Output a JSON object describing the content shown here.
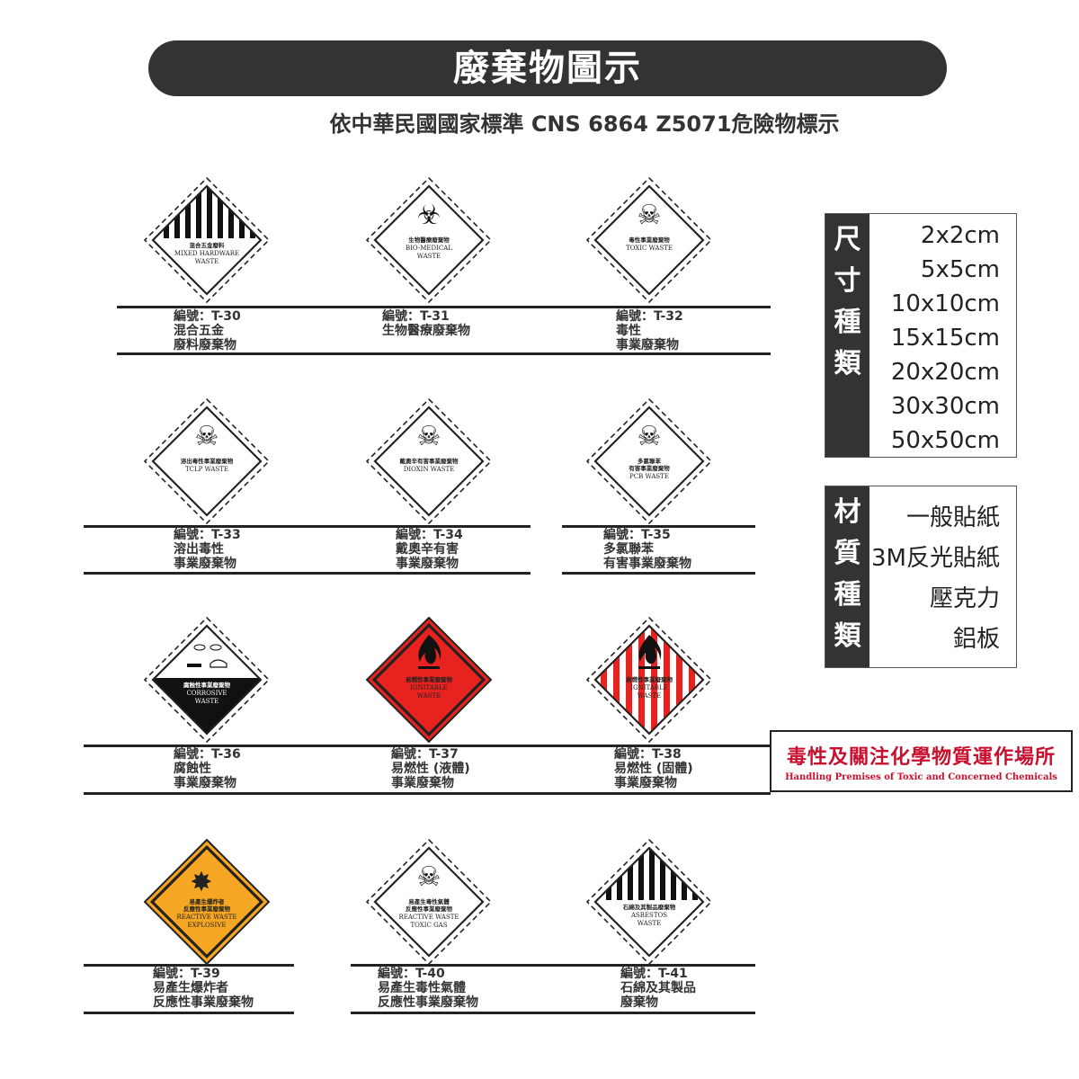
{
  "header": {
    "title": "廢棄物圖示",
    "subtitle": "依中華民國國家標準 CNS 6864 Z5071危險物標示"
  },
  "cards": [
    {
      "code": "編號：T-30",
      "desc": [
        "混合五金",
        "廢料廢棄物"
      ],
      "sign_zh": [
        "混合五金廢料"
      ],
      "sign_en": [
        "MIXED HARDWARE",
        "WASTE"
      ],
      "style": "stripes",
      "icon": "none"
    },
    {
      "code": "編號：T-31",
      "desc": [
        "生物醫療廢棄物"
      ],
      "sign_zh": [
        "生物醫療廢棄物"
      ],
      "sign_en": [
        "BIO-MEDICAL",
        "WASTE"
      ],
      "style": "plain",
      "icon": "biohazard-icon"
    },
    {
      "code": "編號：T-32",
      "desc": [
        "毒性",
        "事業廢棄物"
      ],
      "sign_zh": [
        "毒性事業廢棄物"
      ],
      "sign_en": [
        "TOXIC WASTE"
      ],
      "style": "plain",
      "icon": "skull-icon"
    },
    {
      "code": "編號：T-33",
      "desc": [
        "溶出毒性",
        "事業廢棄物"
      ],
      "sign_zh": [
        "溶出毒性事業廢棄物"
      ],
      "sign_en": [
        "TCLP WASTE"
      ],
      "style": "plain",
      "icon": "skull-icon"
    },
    {
      "code": "編號：T-34",
      "desc": [
        "戴奧辛有害",
        "事業廢棄物"
      ],
      "sign_zh": [
        "戴奧辛有害事業廢棄物"
      ],
      "sign_en": [
        "DIOXIN WASTE"
      ],
      "style": "plain",
      "icon": "skull-icon"
    },
    {
      "code": "編號：T-35",
      "desc": [
        "多氯聯苯",
        "有害事業廢棄物"
      ],
      "sign_zh": [
        "多氯聯苯",
        "有害事業廢棄物"
      ],
      "sign_en": [
        "PCB WASTE"
      ],
      "style": "plain",
      "icon": "skull-icon"
    },
    {
      "code": "編號：T-36",
      "desc": [
        "腐蝕性",
        "事業廢棄物"
      ],
      "sign_zh": [
        "腐蝕性事業廢棄物"
      ],
      "sign_en": [
        "CORROSIVE",
        "WASTE"
      ],
      "style": "corrosive",
      "icon": "corrosive-icon"
    },
    {
      "code": "編號：T-37",
      "desc": [
        "易燃性 (液體)",
        "事業廢棄物"
      ],
      "sign_zh": [
        "易燃性事業廢棄物"
      ],
      "sign_en": [
        "IGNITABLE",
        "WASTE"
      ],
      "style": "red",
      "icon": "flame-icon"
    },
    {
      "code": "編號：T-38",
      "desc": [
        "易燃性 (固體)",
        "事業廢棄物"
      ],
      "sign_zh": [
        "易燃性事業廢棄物"
      ],
      "sign_en": [
        "IGNITABLE",
        "WASTE"
      ],
      "style": "redstripes",
      "icon": "flame-icon"
    },
    {
      "code": "編號：T-39",
      "desc": [
        "易產生爆炸者",
        "反應性事業廢棄物"
      ],
      "sign_zh": [
        "易產生爆炸者",
        "反應性事業廢棄物"
      ],
      "sign_en": [
        "REACTIVE WASTE",
        "EXPLOSIVE"
      ],
      "style": "orange",
      "icon": "explosion-icon"
    },
    {
      "code": "編號：T-40",
      "desc": [
        "易產生毒性氣體",
        "反應性事業廢棄物"
      ],
      "sign_zh": [
        "易產生毒性氣體",
        "反應性事業廢棄物"
      ],
      "sign_en": [
        "REACTIVE WASTE",
        "TOXIC GAS"
      ],
      "style": "plain",
      "icon": "skull-icon"
    },
    {
      "code": "編號：T-41",
      "desc": [
        "石綿及其製品",
        "廢棄物"
      ],
      "sign_zh": [
        "石綿及其製品廢棄物"
      ],
      "sign_en": [
        "ASBESTOS",
        "WASTE"
      ],
      "style": "stripes",
      "icon": "none"
    }
  ],
  "sizes": {
    "label": [
      "尺",
      "寸",
      "種",
      "類"
    ],
    "items": [
      "2x2cm",
      "5x5cm",
      "10x10cm",
      "15x15cm",
      "20x20cm",
      "30x30cm",
      "50x50cm"
    ]
  },
  "materials": {
    "label": [
      "材",
      "質",
      "種",
      "類"
    ],
    "items": [
      "一般貼紙",
      "3M反光貼紙",
      "壓克力",
      "鋁板"
    ]
  },
  "sign": {
    "zh": "毒性及關注化學物質運作場所",
    "en": "Handling Premises of  Toxic and Concerned Chemicals"
  },
  "colors": {
    "header_bg": "#333333",
    "red": "#e8231f",
    "orange": "#f5a623",
    "sign_red": "#c8102e"
  }
}
